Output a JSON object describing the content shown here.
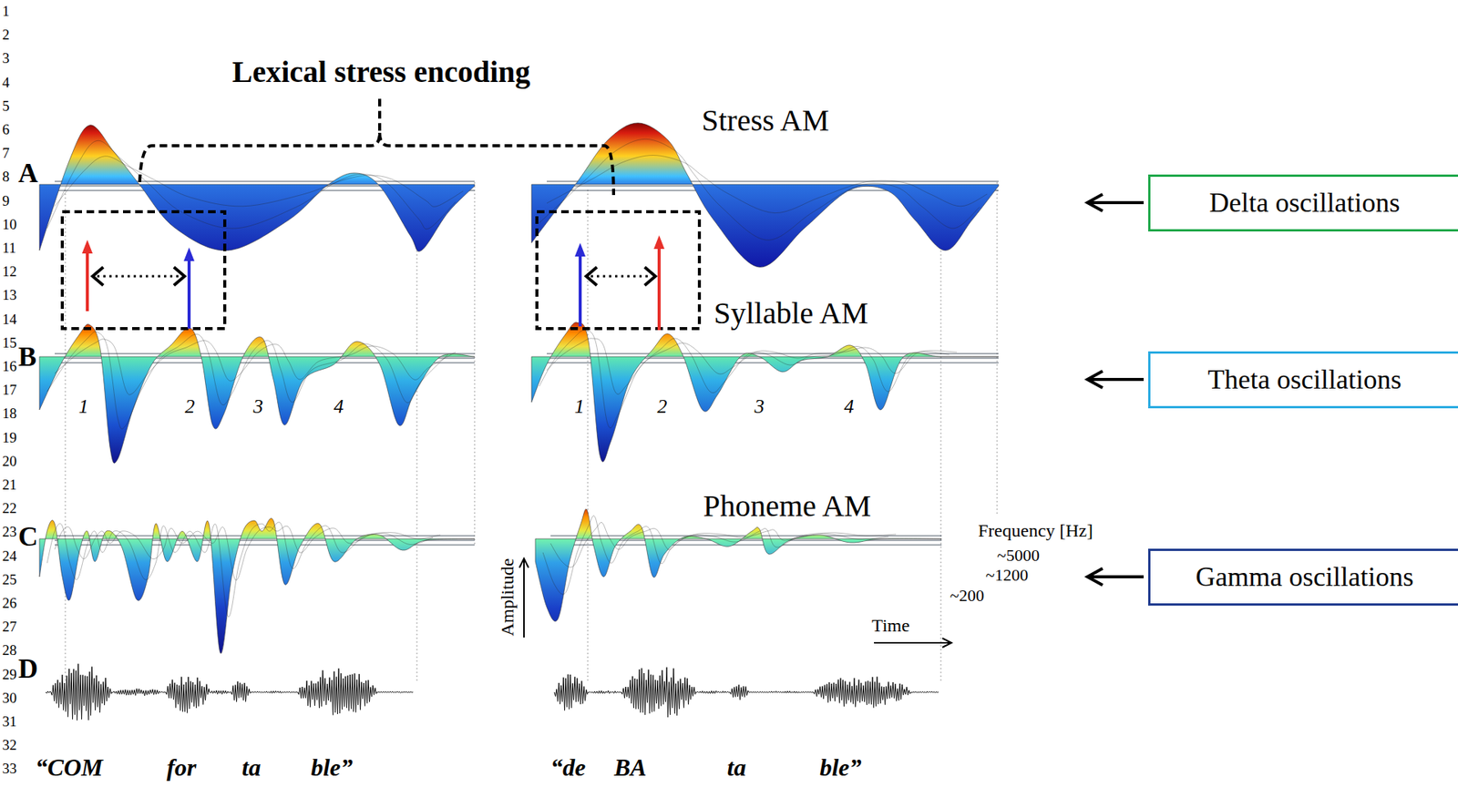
{
  "diagram": {
    "nodes": [
      {
        "text": [
          "Delta oscillations"
        ]
      },
      {
        "text": [
          "Theta oscillations"
        ]
      },
      {
        "text": [
          "Gamma oscillations"
        ]
      }
    ],
    "labels": [
      "1",
      "2",
      "3",
      "4",
      "5",
      "6",
      "7",
      "8",
      "9",
      "10",
      "11",
      "12",
      "13",
      "14",
      "15",
      "16",
      "17",
      "18",
      "19",
      "20",
      "21",
      "22",
      "23",
      "24",
      "25",
      "26",
      "27",
      "28",
      "29",
      "30",
      "31",
      "32",
      "33",
      "Lexical stress encoding",
      "A",
      "Stress AM",
      "B",
      "1",
      "2",
      "3",
      "4",
      "Syllable AM",
      "1",
      "2",
      "3",
      "4",
      "C",
      "Phoneme AM",
      "Frequency [Hz]",
      "~5000",
      "~1200",
      "~200",
      "Amplitude",
      "Time",
      "D",
      "“COM",
      "for",
      "ta",
      "ble”",
      "“de",
      "BA",
      "ta",
      "ble”"
    ]
  }
}
